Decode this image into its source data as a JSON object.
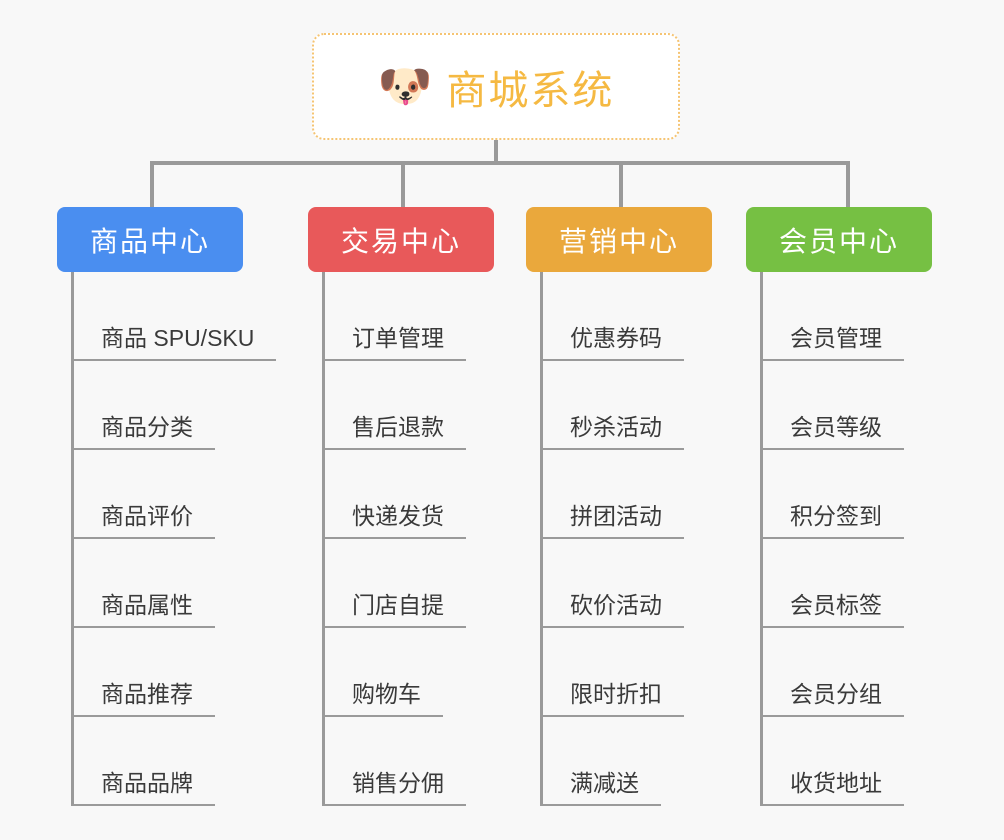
{
  "diagram": {
    "type": "org-tree",
    "background_color": "#f8f8f8",
    "root": {
      "icon": "dog-face-emoji",
      "icon_glyph": "🐶",
      "title": "商城系统",
      "title_color": "#f5b942",
      "border_color": "#f5c473",
      "fill_color": "#ffffff"
    },
    "connector_color": "#9a9a9a",
    "columns": [
      {
        "header": "商品中心",
        "color": "#4a8ef0",
        "items": [
          "商品 SPU/SKU",
          "商品分类",
          "商品评价",
          "商品属性",
          "商品推荐",
          "商品品牌"
        ]
      },
      {
        "header": "交易中心",
        "color": "#e8595a",
        "items": [
          "订单管理",
          "售后退款",
          "快递发货",
          "门店自提",
          "购物车",
          "销售分佣"
        ]
      },
      {
        "header": "营销中心",
        "color": "#eaa83c",
        "items": [
          "优惠券码",
          "秒杀活动",
          "拼团活动",
          "砍价活动",
          "限时折扣",
          "满减送"
        ]
      },
      {
        "header": "会员中心",
        "color": "#76c043",
        "items": [
          "会员管理",
          "会员等级",
          "积分签到",
          "会员标签",
          "会员分组",
          "收货地址"
        ]
      }
    ]
  }
}
